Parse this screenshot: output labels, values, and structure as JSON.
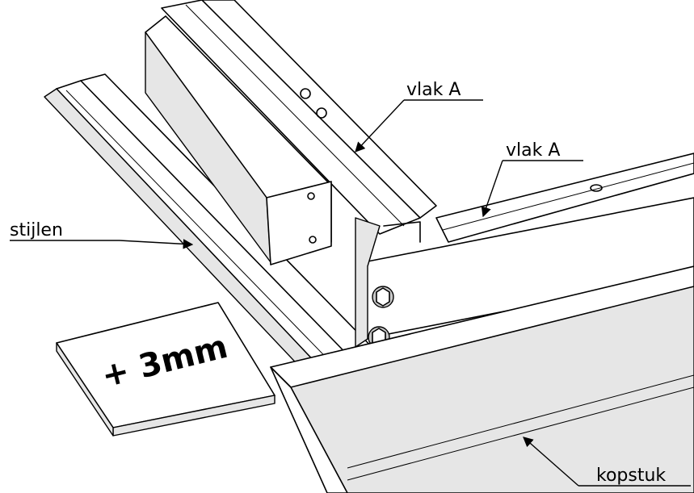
{
  "labels": {
    "vlak_a_top": "vlak A",
    "vlak_a_right": "vlak A",
    "stijlen": "stijlen",
    "kopstuk": "kopstuk",
    "shim": "+ 3mm"
  },
  "colors": {
    "line": "#000000",
    "background": "#ffffff",
    "shade": "#e6e6e6"
  }
}
